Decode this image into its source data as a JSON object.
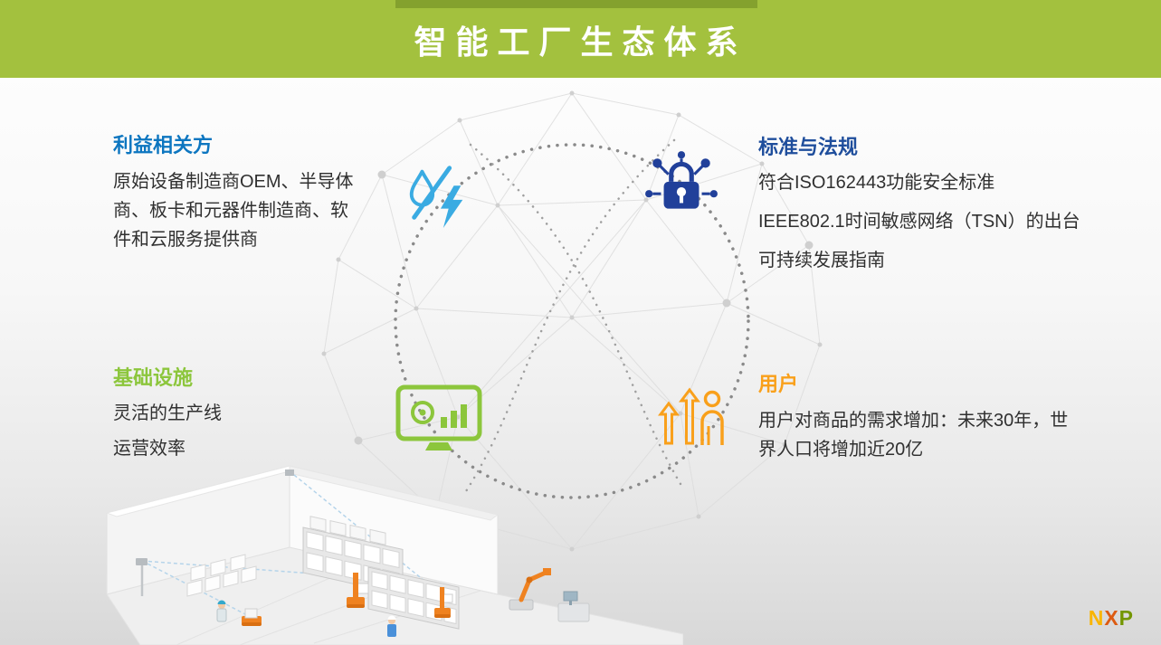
{
  "slide": {
    "title": "智能工厂生态体系"
  },
  "quadrants": {
    "stakeholders": {
      "heading": "利益相关方",
      "body": "原始设备制造商OEM、半导体商、板卡和元器件制造商、软件和云服务提供商",
      "color": "#0d76c0",
      "icon": "water-drop-lightning-icon"
    },
    "standards": {
      "heading": "标准与法规",
      "lines": [
        "符合ISO162443功能安全标准",
        "IEEE802.1时间敏感网络（TSN）的出台",
        "可持续发展指南"
      ],
      "color": "#1f4e9c",
      "icon": "security-lock-icon"
    },
    "infrastructure": {
      "heading": "基础设施",
      "lines": [
        "灵活的生产线",
        "运营效率"
      ],
      "color": "#8cc63c",
      "icon": "monitor-chart-icon"
    },
    "users": {
      "heading": "用户",
      "body": "用户对商品的需求增加：未来30年，世界人口将增加近20亿",
      "color": "#f9a01b",
      "icon": "user-growth-icon"
    }
  },
  "logo": {
    "n": "N",
    "x": "X",
    "p": "P"
  },
  "colors": {
    "header_green": "#a3c13e",
    "tab_green": "#84a12e",
    "icon_lightblue": "#3aabe2",
    "mesh_gray": "#d9d9d9",
    "dotted_circle_gray": "#8a8a8a"
  }
}
